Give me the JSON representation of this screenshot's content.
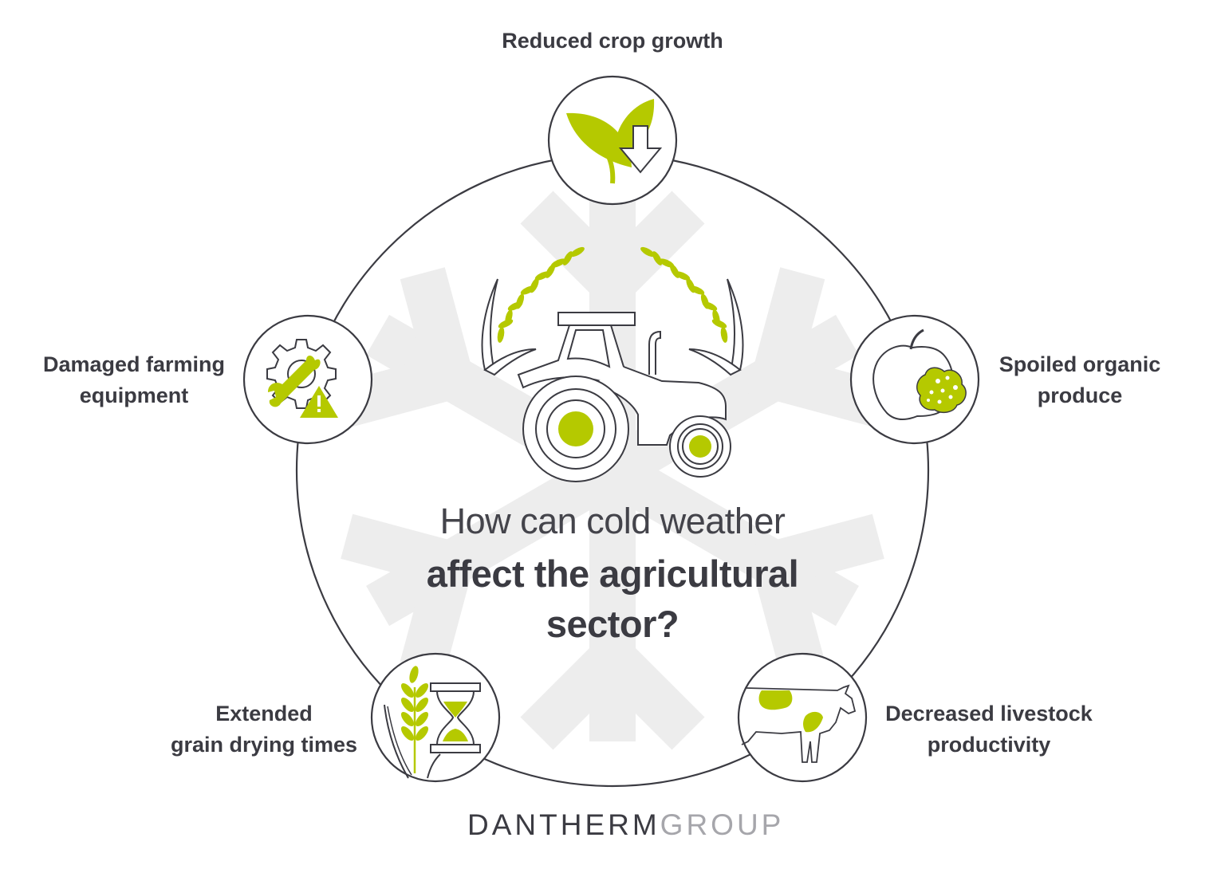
{
  "title": {
    "line1": "How can cold weather",
    "line2": "affect the agricultural",
    "line3": "sector?"
  },
  "nodes": [
    {
      "id": "crop",
      "label_lines": [
        "Reduced crop growth"
      ],
      "icon": "leaf-down-arrow-icon"
    },
    {
      "id": "produce",
      "label_lines": [
        "Spoiled organic",
        "produce"
      ],
      "icon": "moldy-apple-icon"
    },
    {
      "id": "livestock",
      "label_lines": [
        "Decreased livestock",
        "productivity"
      ],
      "icon": "cow-icon"
    },
    {
      "id": "grain",
      "label_lines": [
        "Extended",
        "grain drying times"
      ],
      "icon": "wheat-hourglass-icon"
    },
    {
      "id": "equipment",
      "label_lines": [
        "Damaged farming",
        "equipment"
      ],
      "icon": "gear-wrench-warning-icon"
    }
  ],
  "center_icon": "tractor-wheat-wreath-icon",
  "background_icon": "snowflake-icon",
  "logo": {
    "part1": "DANTHERM",
    "part2": "GROUP"
  },
  "colors": {
    "accent": "#b5c900",
    "text": "#3b3b42",
    "outline": "#3b3b42",
    "snowflake": "#ededed",
    "logo_light": "#a6a6ab"
  }
}
